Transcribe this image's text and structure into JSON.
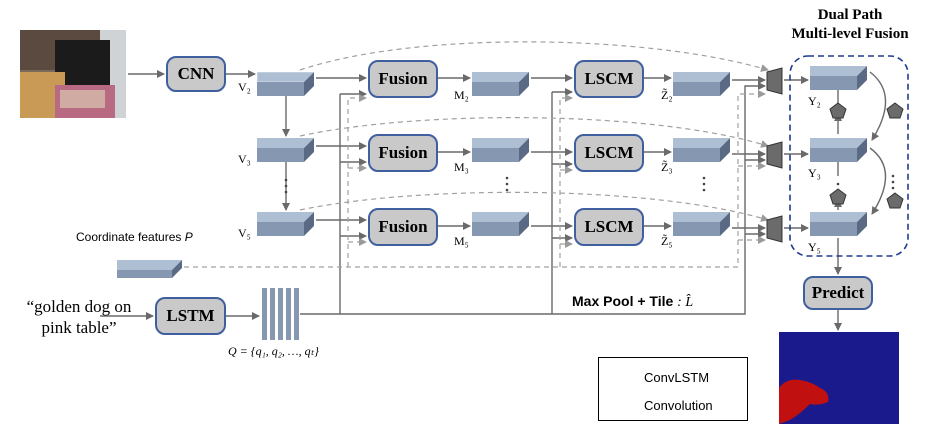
{
  "title": {
    "line1": "Dual Path",
    "line2": "Multi-level Fusion"
  },
  "modules": {
    "cnn": "CNN",
    "fusion": "Fusion",
    "lscm": "LSCM",
    "lstm": "LSTM",
    "predict": "Predict"
  },
  "query_text": {
    "line1": "“golden dog on",
    "line2": "pink table”"
  },
  "coordinate_label": "Coordinate features",
  "coordinate_symbol": "P",
  "q_label": "Q = {q₁, q₂, …, qₜ}",
  "maxpool_label": "Max Pool + Tile",
  "maxpool_symbol": ": L̂",
  "feature_labels": {
    "v": [
      "V₂",
      "V₃",
      "V₅"
    ],
    "m": [
      "M₂",
      "M₃",
      "M₅"
    ],
    "z": [
      "Z̃₂",
      "Z̃₃",
      "Z̃₅"
    ],
    "y": [
      "Y₂",
      "Y₃",
      "Y₅"
    ]
  },
  "legend": {
    "convlstm": "ConvLSTM",
    "convolution": "Convolution"
  },
  "colors": {
    "module_fill": "#c9c9c9",
    "module_border": "#3f5f9f",
    "feature_top": "#aebed3",
    "feature_front": "#8597b1",
    "feature_side": "#5a6a85",
    "prediction_bg": "#1a1a8c",
    "prediction_fg": "#c0100f"
  }
}
